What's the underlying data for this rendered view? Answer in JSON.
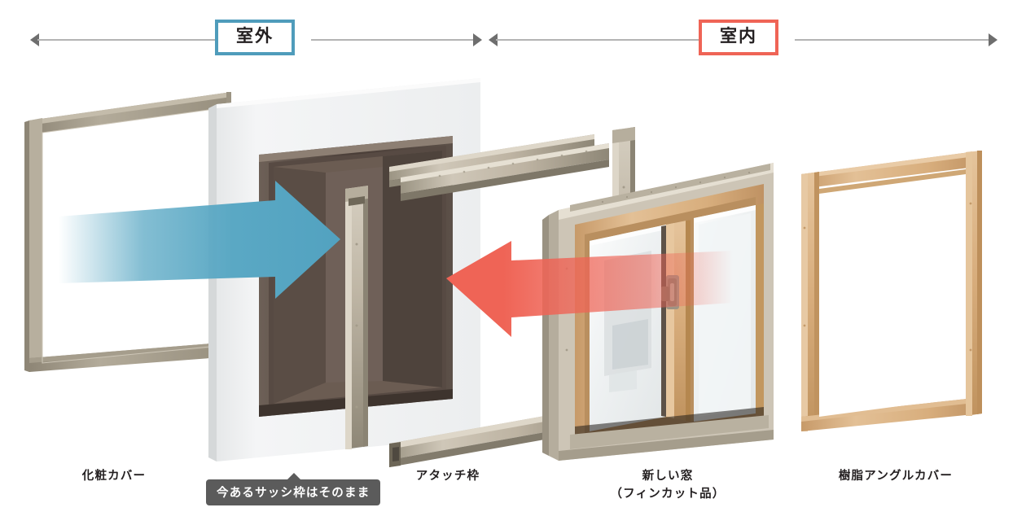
{
  "zones": {
    "outdoor": {
      "label": "室外",
      "accent": "#4f9cbb"
    },
    "indoor": {
      "label": "室内",
      "accent": "#ef6456"
    }
  },
  "arrows": {
    "install_outward": {
      "name": "blue-install-arrow",
      "color": "#5aa8c4",
      "direction": "right"
    },
    "install_inward": {
      "name": "red-install-arrow",
      "color": "#ef6456",
      "direction": "left"
    }
  },
  "parts": [
    {
      "id": "cosmetic-cover",
      "label": "化粧カバー",
      "color": "#a49c8c"
    },
    {
      "id": "existing-sash",
      "label": "今あるサッシ枠はそのまま",
      "color": "#5b5b5b",
      "is_callout": true
    },
    {
      "id": "attach-frame",
      "label": "アタッチ枠",
      "color": "#c3b9a8"
    },
    {
      "id": "new-window",
      "label": "新しい窓\n（フィンカット品）",
      "color": "#d9b183"
    },
    {
      "id": "resin-angle-cover",
      "label": "樹脂アングルカバー",
      "color": "#d9b183"
    }
  ],
  "palette": {
    "background": "#ffffff",
    "wall_panel": "#f1f2f2",
    "wall_panel_edge": "#d8dadb",
    "sash_dark": "#4a3e38",
    "aluminium": "#c9c0b1",
    "aluminium_shadow": "#9b9483",
    "wood": "#d9b183",
    "wood_dark": "#bb8f61",
    "glass": "#f4f6f7",
    "line_gray": "#b3b3b3",
    "text": "#231f20"
  }
}
